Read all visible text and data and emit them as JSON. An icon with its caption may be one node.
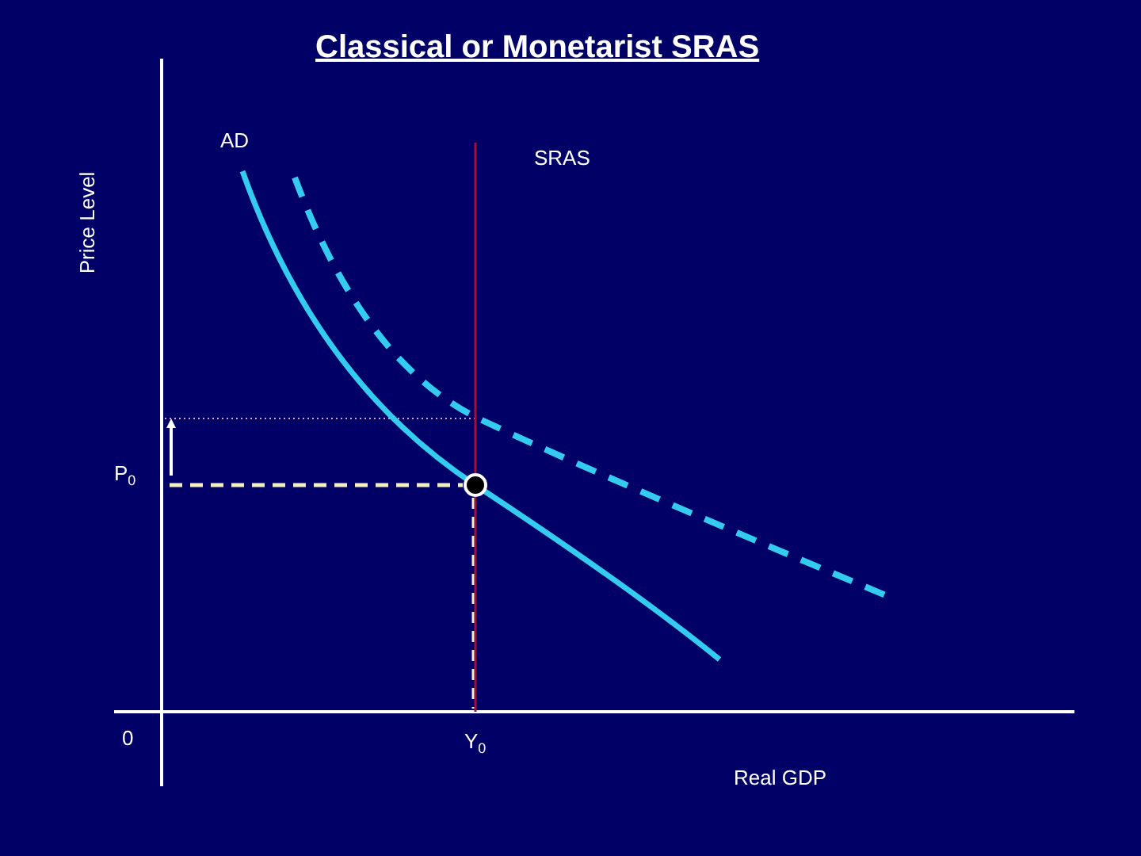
{
  "diagram": {
    "title": "Classical or Monetarist SRAS",
    "labels": [
      "AD",
      "SRAS",
      "Price Level",
      "P$_{0}$",
      "0",
      "Y$_{0}$",
      "Real GDP"
    ]
  }
}
